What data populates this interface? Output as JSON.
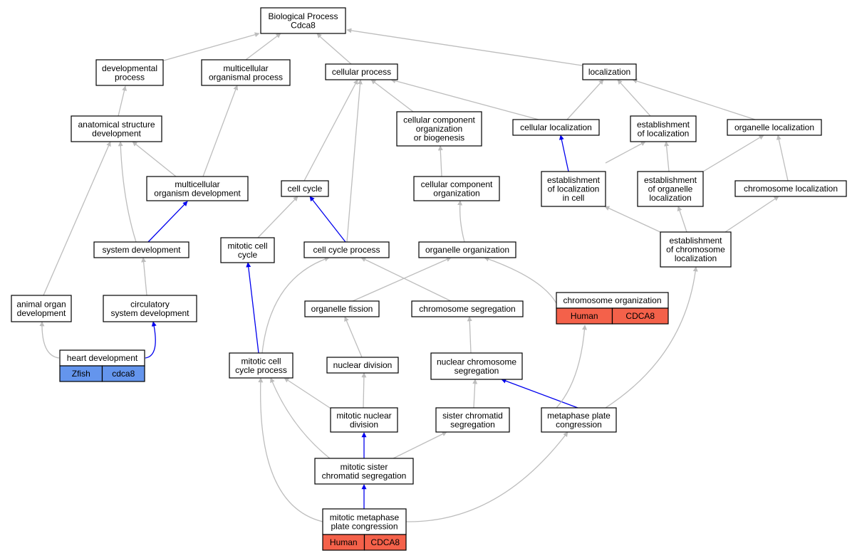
{
  "graph": {
    "colors": {
      "edge_default": "#bdbdbd",
      "edge_highlight": "#0000ee",
      "human": "#f4614a",
      "zfish": "#6495ed"
    },
    "nodes": [
      {
        "id": "bp",
        "lines": [
          "Biological Process",
          "Cdca8"
        ]
      },
      {
        "id": "devproc",
        "lines": [
          "developmental",
          "process"
        ]
      },
      {
        "id": "multiproc",
        "lines": [
          "multicellular",
          "organismal process"
        ]
      },
      {
        "id": "cellproc",
        "lines": [
          "cellular process"
        ]
      },
      {
        "id": "loc",
        "lines": [
          "localization"
        ]
      },
      {
        "id": "anat",
        "lines": [
          "anatomical structure",
          "development"
        ]
      },
      {
        "id": "ccob",
        "lines": [
          "cellular component",
          "organization",
          "or biogenesis"
        ]
      },
      {
        "id": "cellloc",
        "lines": [
          "cellular localization"
        ]
      },
      {
        "id": "estloc",
        "lines": [
          "establishment",
          "of localization"
        ]
      },
      {
        "id": "orgloc",
        "lines": [
          "organelle localization"
        ]
      },
      {
        "id": "mod",
        "lines": [
          "multicellular",
          "organism development"
        ]
      },
      {
        "id": "cellcycle",
        "lines": [
          "cell cycle"
        ]
      },
      {
        "id": "cco",
        "lines": [
          "cellular component",
          "organization"
        ]
      },
      {
        "id": "estlocc",
        "lines": [
          "establishment",
          "of localization",
          "in cell"
        ]
      },
      {
        "id": "estorgloc",
        "lines": [
          "establishment",
          "of organelle",
          "localization"
        ]
      },
      {
        "id": "chromloc",
        "lines": [
          "chromosome localization"
        ]
      },
      {
        "id": "sysdev",
        "lines": [
          "system development"
        ]
      },
      {
        "id": "mitcc",
        "lines": [
          "mitotic cell",
          "cycle"
        ]
      },
      {
        "id": "ccp",
        "lines": [
          "cell cycle process"
        ]
      },
      {
        "id": "orgorg",
        "lines": [
          "organelle organization"
        ]
      },
      {
        "id": "estchromloc",
        "lines": [
          "establishment",
          "of chromosome",
          "localization"
        ]
      },
      {
        "id": "animorg",
        "lines": [
          "animal organ",
          "development"
        ]
      },
      {
        "id": "circ",
        "lines": [
          "circulatory",
          "system development"
        ]
      },
      {
        "id": "orgfis",
        "lines": [
          "organelle fission"
        ]
      },
      {
        "id": "chromseg",
        "lines": [
          "chromosome segregation"
        ]
      },
      {
        "id": "chromorg",
        "lines": [
          "chromosome organization"
        ],
        "annotation": [
          "Human",
          "CDCA8"
        ],
        "annotation_kind": "human"
      },
      {
        "id": "heart",
        "lines": [
          "heart development"
        ],
        "annotation": [
          "Zfish",
          "cdca8"
        ],
        "annotation_kind": "zfish"
      },
      {
        "id": "mccp",
        "lines": [
          "mitotic cell",
          "cycle process"
        ]
      },
      {
        "id": "nucdiv",
        "lines": [
          "nuclear division"
        ]
      },
      {
        "id": "ncs",
        "lines": [
          "nuclear chromosome",
          "segregation"
        ]
      },
      {
        "id": "mnd",
        "lines": [
          "mitotic nuclear",
          "division"
        ]
      },
      {
        "id": "scs",
        "lines": [
          "sister chromatid",
          "segregation"
        ]
      },
      {
        "id": "mpc",
        "lines": [
          "metaphase plate",
          "congression"
        ]
      },
      {
        "id": "mscs",
        "lines": [
          "mitotic sister",
          "chromatid segregation"
        ]
      },
      {
        "id": "mmpc",
        "lines": [
          "mitotic metaphase",
          "plate congression"
        ],
        "annotation": [
          "Human",
          "CDCA8"
        ],
        "annotation_kind": "human"
      }
    ],
    "edges": [
      {
        "from": "devproc",
        "to": "bp"
      },
      {
        "from": "multiproc",
        "to": "bp"
      },
      {
        "from": "cellproc",
        "to": "bp"
      },
      {
        "from": "loc",
        "to": "bp"
      },
      {
        "from": "anat",
        "to": "devproc"
      },
      {
        "from": "mod",
        "to": "anat"
      },
      {
        "from": "mod",
        "to": "multiproc"
      },
      {
        "from": "cellcycle",
        "to": "cellproc"
      },
      {
        "from": "ccp",
        "to": "cellproc"
      },
      {
        "from": "ccob",
        "to": "cellproc"
      },
      {
        "from": "cellloc",
        "to": "cellproc"
      },
      {
        "from": "cellloc",
        "to": "loc"
      },
      {
        "from": "estloc",
        "to": "loc"
      },
      {
        "from": "orgloc",
        "to": "loc"
      },
      {
        "from": "cco",
        "to": "ccob"
      },
      {
        "from": "estlocc",
        "to": "cellloc",
        "highlight": true
      },
      {
        "from": "estlocc",
        "to": "estloc"
      },
      {
        "from": "estorgloc",
        "to": "estloc"
      },
      {
        "from": "estorgloc",
        "to": "orgloc"
      },
      {
        "from": "chromloc",
        "to": "orgloc"
      },
      {
        "from": "sysdev",
        "to": "mod",
        "highlight": true
      },
      {
        "from": "sysdev",
        "to": "anat"
      },
      {
        "from": "animorg",
        "to": "anat"
      },
      {
        "from": "mitcc",
        "to": "cellcycle"
      },
      {
        "from": "ccp",
        "to": "cellcycle",
        "highlight": true
      },
      {
        "from": "orgorg",
        "to": "cco"
      },
      {
        "from": "estchromloc",
        "to": "estlocc"
      },
      {
        "from": "estchromloc",
        "to": "estorgloc"
      },
      {
        "from": "estchromloc",
        "to": "chromloc"
      },
      {
        "from": "circ",
        "to": "sysdev"
      },
      {
        "from": "heart",
        "to": "animorg"
      },
      {
        "from": "heart",
        "to": "circ",
        "highlight": true
      },
      {
        "from": "orgfis",
        "to": "orgorg"
      },
      {
        "from": "chromseg",
        "to": "ccp"
      },
      {
        "from": "chromorg",
        "to": "orgorg"
      },
      {
        "from": "mccp",
        "to": "ccp"
      },
      {
        "from": "mccp",
        "to": "mitcc",
        "highlight": true
      },
      {
        "from": "nucdiv",
        "to": "orgfis"
      },
      {
        "from": "ncs",
        "to": "chromseg"
      },
      {
        "from": "mnd",
        "to": "mccp"
      },
      {
        "from": "mnd",
        "to": "nucdiv"
      },
      {
        "from": "scs",
        "to": "ncs"
      },
      {
        "from": "mpc",
        "to": "ncs",
        "highlight": true
      },
      {
        "from": "mpc",
        "to": "chromorg"
      },
      {
        "from": "mpc",
        "to": "estchromloc"
      },
      {
        "from": "mscs",
        "to": "mnd",
        "highlight": true
      },
      {
        "from": "mscs",
        "to": "scs"
      },
      {
        "from": "mscs",
        "to": "mccp"
      },
      {
        "from": "mmpc",
        "to": "mscs",
        "highlight": true
      },
      {
        "from": "mmpc",
        "to": "mpc"
      },
      {
        "from": "mmpc",
        "to": "mccp"
      }
    ]
  }
}
